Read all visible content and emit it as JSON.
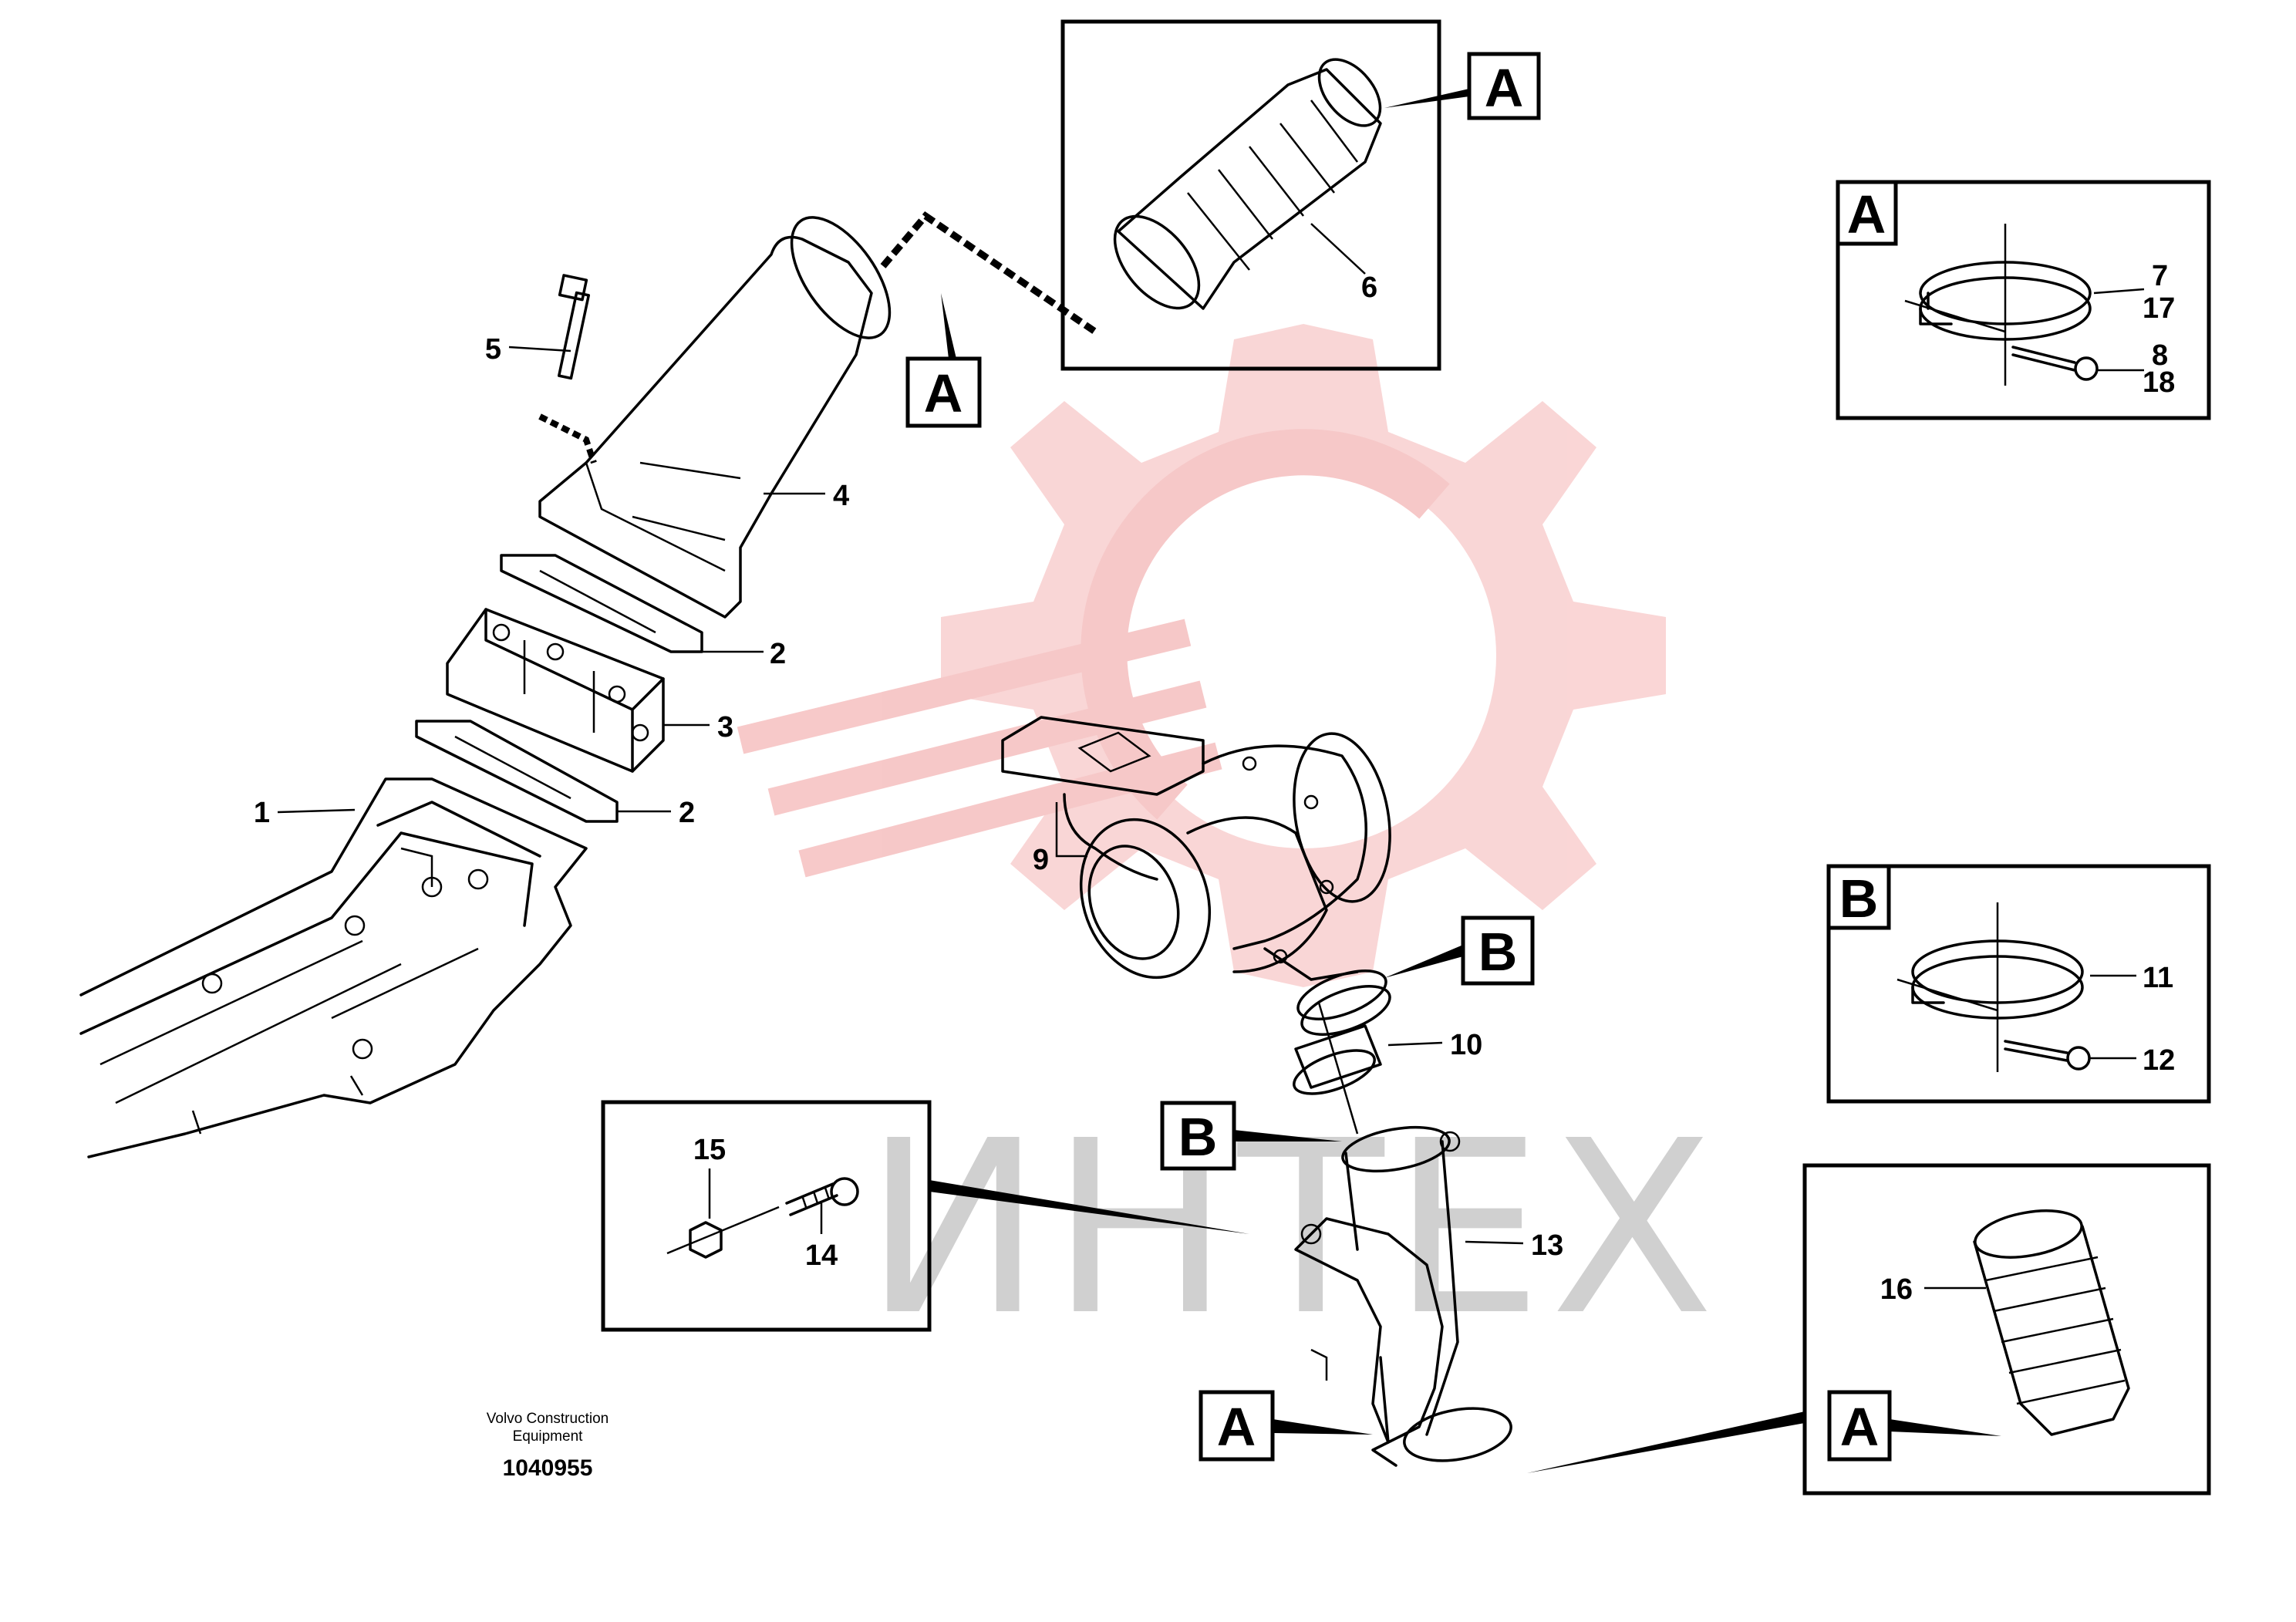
{
  "diagram": {
    "part_numbers": {
      "p1": "1",
      "p2a": "2",
      "p2b": "2",
      "p3": "3",
      "p4": "4",
      "p5": "5",
      "p6": "6",
      "p7": "7",
      "p17": "17",
      "p8": "8",
      "p18": "18",
      "p9": "9",
      "p10": "10",
      "p11": "11",
      "p12": "12",
      "p13": "13",
      "p14": "14",
      "p15": "15",
      "p16": "16"
    },
    "callouts": {
      "a_top": "A",
      "a_mid": "A",
      "a_inset1": "A",
      "a_bottom": "A",
      "a_inset2": "A",
      "b_inset": "B",
      "b_turbo": "B",
      "b_pipe": "B"
    },
    "caption": {
      "line1": "Volvo Construction",
      "line2": "Equipment",
      "doc_number": "1040955"
    },
    "watermark": {
      "text": "ИНТЕХ",
      "color": "#f7c9c9"
    }
  }
}
